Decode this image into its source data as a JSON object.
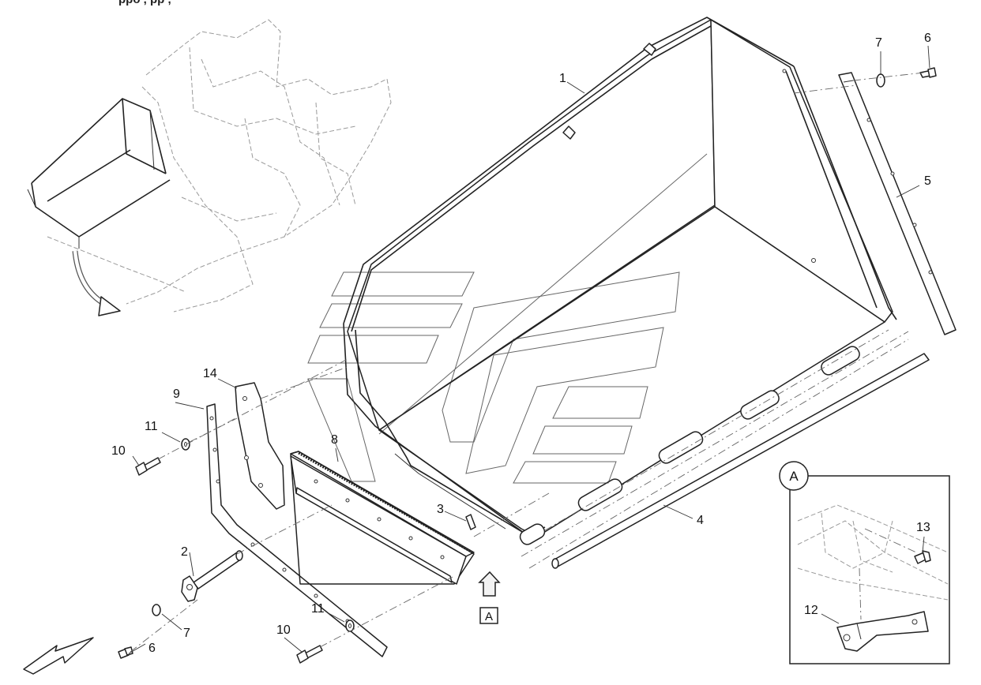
{
  "header_fragment": "ppo , pp ,",
  "callouts": [
    {
      "id": "1",
      "label": "1"
    },
    {
      "id": "2",
      "label": "2"
    },
    {
      "id": "3",
      "label": "3"
    },
    {
      "id": "4",
      "label": "4"
    },
    {
      "id": "5",
      "label": "5"
    },
    {
      "id": "6a",
      "label": "6"
    },
    {
      "id": "6b",
      "label": "6"
    },
    {
      "id": "7a",
      "label": "7"
    },
    {
      "id": "7b",
      "label": "7"
    },
    {
      "id": "8",
      "label": "8"
    },
    {
      "id": "9",
      "label": "9"
    },
    {
      "id": "10a",
      "label": "10"
    },
    {
      "id": "10b",
      "label": "10"
    },
    {
      "id": "11a",
      "label": "11"
    },
    {
      "id": "11b",
      "label": "11"
    },
    {
      "id": "12",
      "label": "12"
    },
    {
      "id": "13",
      "label": "13"
    },
    {
      "id": "14",
      "label": "14"
    }
  ],
  "view_marker": {
    "circle_label": "A",
    "box_label": "A"
  },
  "icons": [
    "direction-arrow-icon",
    "curved-arrow-icon",
    "up-arrow-icon"
  ]
}
